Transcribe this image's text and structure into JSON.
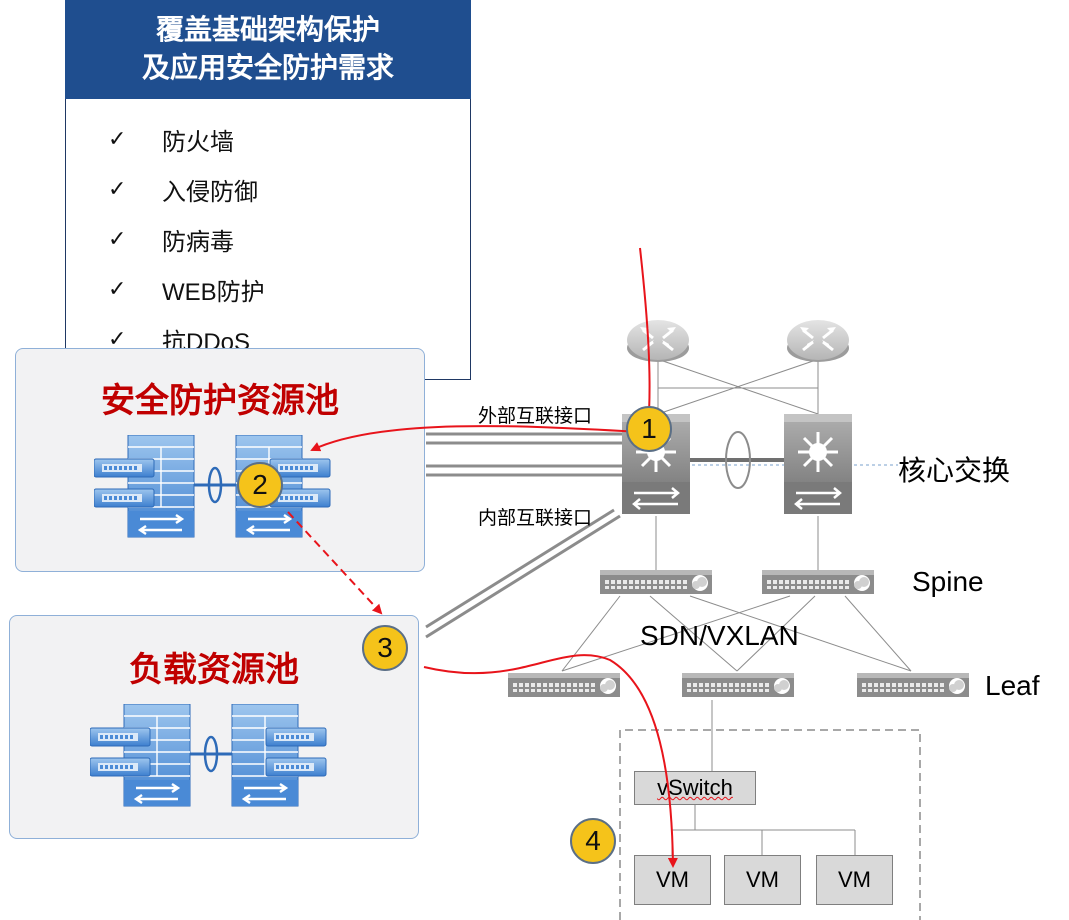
{
  "requirements": {
    "title_line1": "覆盖基础架构保护",
    "title_line2": "及应用安全防护需求",
    "check_mark": "✓",
    "items": [
      "防火墙",
      "入侵防御",
      "防病毒",
      "WEB防护",
      "抗DDoS"
    ]
  },
  "security_pool": {
    "title": "安全防护资源池"
  },
  "load_pool": {
    "title": "负载资源池"
  },
  "network_labels": {
    "external": "外部互联接口",
    "internal": "内部互联接口",
    "core": "核心交换",
    "spine": "Spine",
    "sdn": "SDN/VXLAN",
    "leaf": "Leaf"
  },
  "badges": [
    "1",
    "2",
    "3",
    "4"
  ],
  "host": {
    "vswitch": "vSwitch",
    "vms": [
      "VM",
      "VM",
      "VM"
    ]
  },
  "colors": {
    "header_bg": "#1f4e8f",
    "pool_title": "#c00000",
    "flow_arrow": "#e8141b",
    "badge": "#f5c31a",
    "device_gray": "#8c8c8c",
    "server_blue": "#4f8fd6"
  },
  "icons": {
    "router": "router-icon",
    "core_switch": "core-switch-icon",
    "switch": "switch-icon",
    "server_rack": "server-rack-icon"
  }
}
